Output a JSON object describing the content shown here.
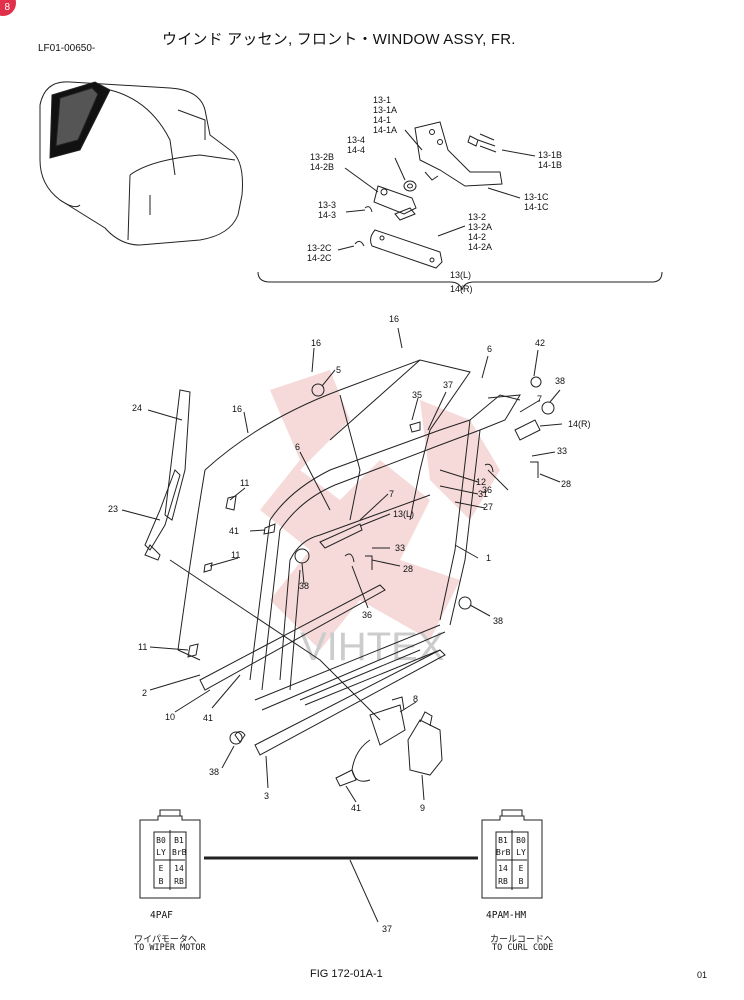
{
  "header": {
    "badge": "8",
    "title": "ウインド アッセン, フロント・WINDOW ASSY, FR.",
    "serial_code": "LF01-00650-"
  },
  "callouts": {
    "c13_1": "13-1",
    "c13_1A": "13-1A",
    "c14_1": "14-1",
    "c14_1A": "14-1A",
    "c13_4": "13-4",
    "c14_4": "14-4",
    "c13_1B": "13-1B",
    "c14_1B": "14-1B",
    "c13_2B": "13-2B",
    "c14_2B": "14-2B",
    "c13_1C": "13-1C",
    "c14_1C": "14-1C",
    "c13_3": "13-3",
    "c14_3": "14-3",
    "c13_2": "13-2",
    "c13_2A": "13-2A",
    "c14_2": "14-2",
    "c14_2A": "14-2A",
    "c13_2C": "13-2C",
    "c14_2C": "14-2C",
    "c13L_top": "13(L)",
    "c14R_top": "14(R)",
    "n16a": "16",
    "n16b": "16",
    "n16c": "16",
    "n5": "5",
    "n6a": "6",
    "n6b": "6",
    "n42": "42",
    "n38a": "38",
    "n37": "37",
    "n35": "35",
    "n7a": "7",
    "n7b": "7",
    "n14R": "14(R)",
    "n24": "24",
    "n33a": "33",
    "n33b": "33",
    "n11a": "11",
    "n11b": "11",
    "n11c": "11",
    "n12": "12",
    "n36a": "36",
    "n36b": "36",
    "n28a": "28",
    "n28b": "28",
    "n31": "31",
    "n27": "27",
    "n23": "23",
    "n41a": "41",
    "n41b": "41",
    "n41c": "41",
    "n13L": "13(L)",
    "n1": "1",
    "n38b": "38",
    "n38c": "38",
    "n38d": "38",
    "n2": "2",
    "n10": "10",
    "n8": "8",
    "n9": "9",
    "n3": "3",
    "n37b": "37"
  },
  "connectors": {
    "left": {
      "cells": [
        "B0",
        "B1",
        "LY",
        "BrB",
        "E",
        "14",
        "B",
        "RB"
      ],
      "name": "4PAF",
      "label_jp": "ワイパモータへ",
      "label_en": "TO WIPER MOTOR"
    },
    "right": {
      "cells": [
        "B1",
        "B0",
        "BrB",
        "LY",
        "14",
        "E",
        "RB",
        "B"
      ],
      "name": "4PAM-HM",
      "label_jp": "カールコードへ",
      "label_en": "TO CURL CODE"
    }
  },
  "footer": {
    "figure": "FIG 172-01A-1",
    "page": "01"
  }
}
